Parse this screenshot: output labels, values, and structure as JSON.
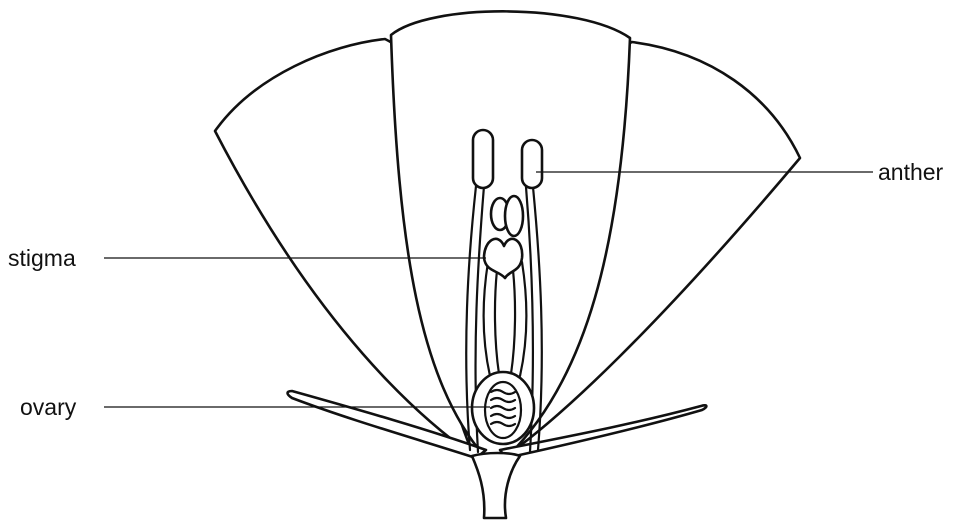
{
  "labels": {
    "anther": "anther",
    "stigma": "stigma",
    "ovary": "ovary"
  },
  "colors": {
    "line": "#111111",
    "background": "#ffffff"
  }
}
